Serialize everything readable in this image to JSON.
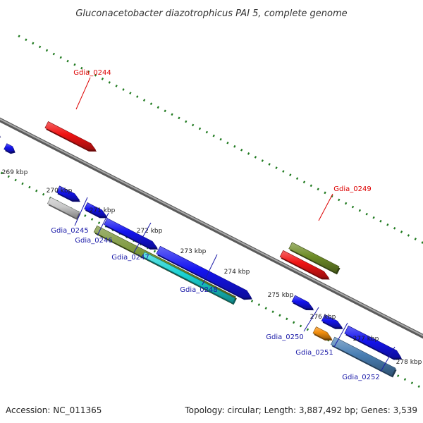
{
  "title": "Gluconacetobacter diazotrophicus PAI 5, complete genome",
  "footer": {
    "accession": "Accession: NC_011365",
    "summary": "Topology: circular; Length: 3,887,492 bp; Genes: 3,539"
  },
  "colors": {
    "backbone": "#808080",
    "tick": "#1f7a1f",
    "label_blue": "#1a1aa8",
    "label_red": "#dd0000",
    "blue": "#1414f0",
    "red": "#f01414",
    "olive": "#6e8c28",
    "cyan": "#19d2d2",
    "grey": "#c8c8c8",
    "orange": "#f5900f",
    "steel": "#4a7fb4"
  },
  "kbp_labels": [
    "269 kbp",
    "270 kbp",
    "271 kbp",
    "272 kbp",
    "273 kbp",
    "274 kbp",
    "275 kbp",
    "276 kbp",
    "277 kbp",
    "278 kbp"
  ],
  "gene_labels": [
    {
      "name": "Gdia_0244",
      "color": "red"
    },
    {
      "name": "Gdia_0245",
      "color": "blue"
    },
    {
      "name": "Gdia_0246",
      "color": "blue"
    },
    {
      "name": "Gdia_0247",
      "color": "blue"
    },
    {
      "name": "Gdia_0248",
      "color": "blue"
    },
    {
      "name": "Gdia_0249",
      "color": "red"
    },
    {
      "name": "Gdia_0250",
      "color": "blue"
    },
    {
      "name": "Gdia_0251",
      "color": "blue"
    },
    {
      "name": "Gdia_0252",
      "color": "blue"
    }
  ]
}
